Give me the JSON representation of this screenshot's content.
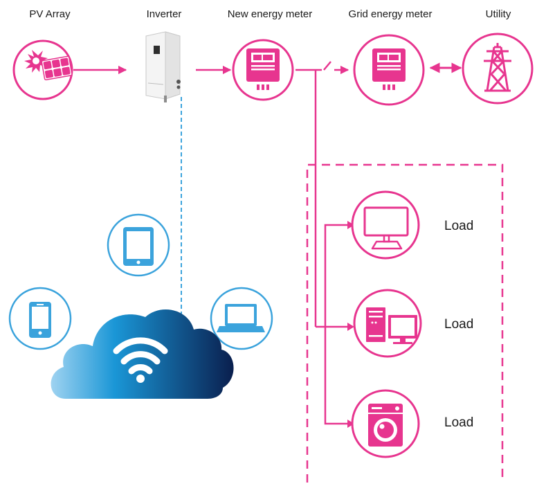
{
  "labels": {
    "pv_array": "PV Array",
    "inverter": "Inverter",
    "new_meter": "New energy meter",
    "grid_meter": "Grid energy meter",
    "utility": "Utility"
  },
  "loads": [
    {
      "label": "Load",
      "icon": "monitor-icon"
    },
    {
      "label": "Load",
      "icon": "desktop-computer-icon"
    },
    {
      "label": "Load",
      "icon": "washing-machine-icon"
    }
  ],
  "monitoring_devices": [
    "tablet-icon",
    "smartphone-icon",
    "laptop-icon",
    "wifi-cloud-icon"
  ],
  "colors": {
    "accent": "#e7358f",
    "device_blue": "#3ba3dc",
    "cloud_dark": "#0b2a5c",
    "cloud_light": "#8cc9ec",
    "data_link": "#3ba3dc"
  }
}
